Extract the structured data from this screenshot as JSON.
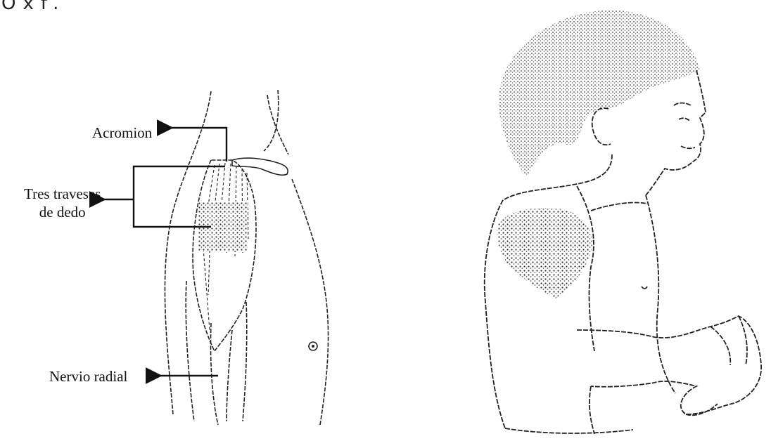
{
  "header_fragment": "Oxf.",
  "labels": {
    "acromion": "Acromion",
    "tres_line1": "Tres traveses",
    "tres_line2": "de dedo",
    "nervio": "Nervio radial"
  },
  "colors": {
    "ink": "#111111",
    "shading": "#555555"
  }
}
